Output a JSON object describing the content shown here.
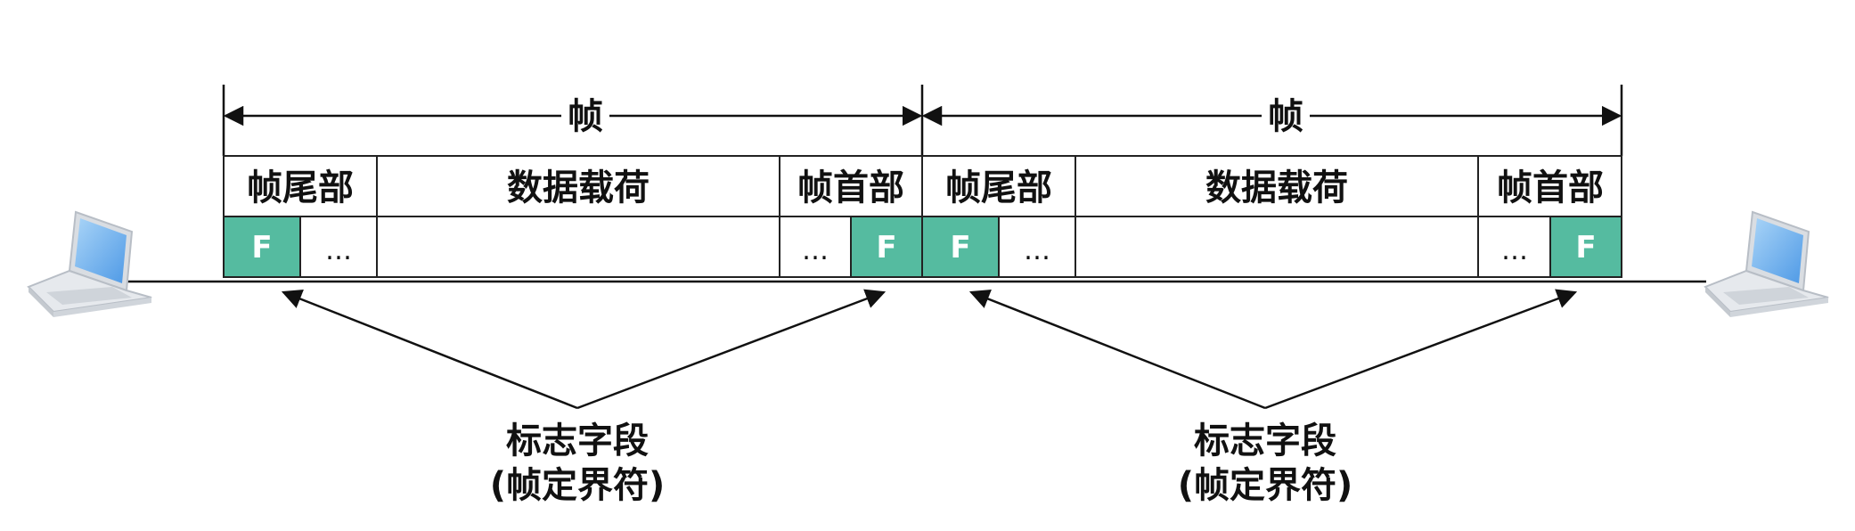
{
  "frames": [
    {
      "span_label": "帧",
      "fields": {
        "trailer": "帧尾部",
        "payload": "数据载荷",
        "header": "帧首部"
      },
      "flag_left": "F",
      "flag_right": "F",
      "ellipsis_left": "…",
      "ellipsis_right": "…"
    },
    {
      "span_label": "帧",
      "fields": {
        "trailer": "帧尾部",
        "payload": "数据载荷",
        "header": "帧首部"
      },
      "flag_left": "F",
      "flag_right": "F",
      "ellipsis_left": "…",
      "ellipsis_right": "…"
    }
  ],
  "annotations": [
    {
      "line1": "标志字段",
      "line2": "(帧定界符)"
    },
    {
      "line1": "标志字段",
      "line2": "(帧定界符)"
    }
  ],
  "colors": {
    "flag": "#55bba0",
    "laptop_screen": "#7ab8ee",
    "line": "#111111"
  },
  "icons": {
    "left_host": "laptop-icon",
    "right_host": "laptop-icon"
  }
}
